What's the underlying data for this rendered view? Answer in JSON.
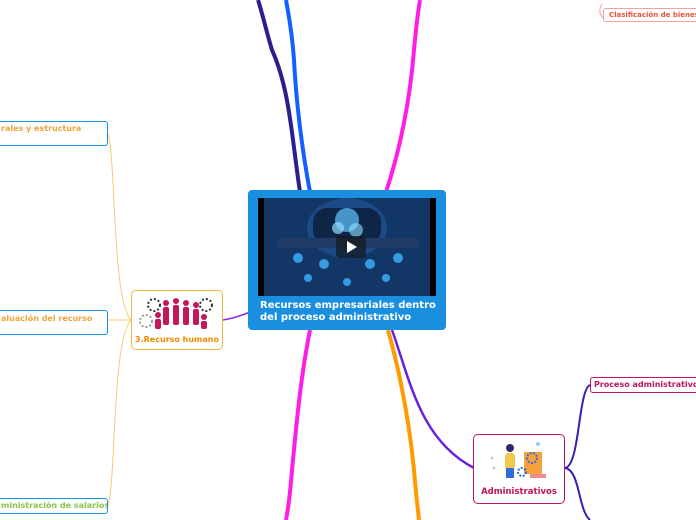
{
  "central": {
    "title": "Recursos empresariales dentro del proceso administrativo",
    "media": "video-thumbnail"
  },
  "nodes": {
    "recurso_humano": {
      "label": "3.Recurso humano"
    },
    "administrativos": {
      "label": "Administrativos"
    },
    "clasificacion": {
      "label": "Clasificación de bienes"
    },
    "proceso_admin": {
      "label": "Proceso administrativo"
    },
    "generales": {
      "label": "rales y estructura"
    },
    "evaluacion": {
      "label": "aluación del recurso"
    },
    "salarios": {
      "label": "ministración de salarios"
    }
  },
  "colors": {
    "central": "#1a8fe0",
    "recurso_humano": "#f4b63f",
    "generales_border": "#1a8fe0",
    "generales_text": "#f2a33a",
    "salarios_text": "#8bc34a",
    "administrativos": "#c0135f",
    "clasificacion": "#e8503a",
    "branch_magenta": "#ff1ee6",
    "branch_blue": "#1260ff",
    "branch_navy": "#2a1f8f",
    "branch_purple": "#6a1ee0",
    "branch_orange": "#ff9a00"
  }
}
